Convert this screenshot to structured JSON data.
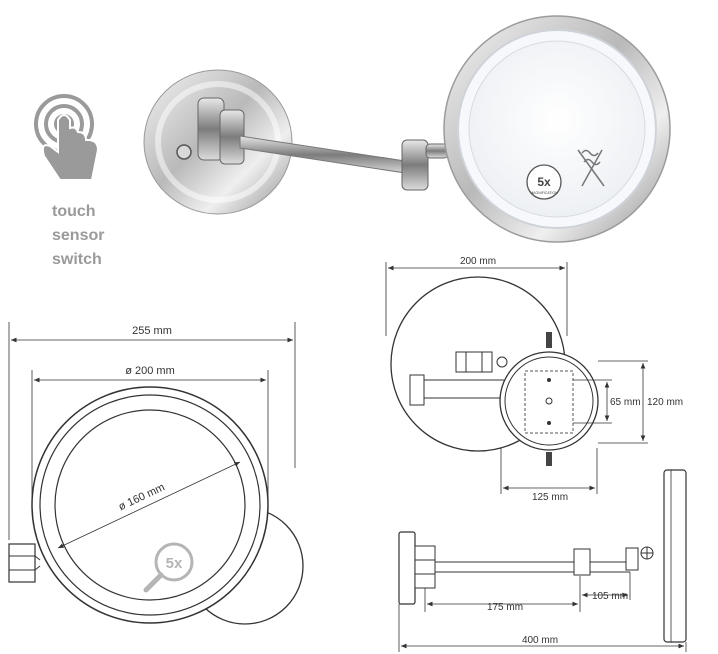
{
  "touch_label": [
    "touch",
    "sensor",
    "switch"
  ],
  "badge_magnification": "5x",
  "badge_sub": "MAGNIFICATION",
  "front_view": {
    "overall_width": "255 mm",
    "mirror_outer_dia": "ø 200 mm",
    "glass_dia": "ø 160 mm",
    "badge": "5x"
  },
  "top_view": {
    "width": "200 mm",
    "plate_height": "120 mm",
    "hole_spacing": "65 mm",
    "plate_width": "125 mm"
  },
  "side_view": {
    "arm_segment": "175 mm",
    "arm_short": "105 mm",
    "total_reach": "400 mm"
  }
}
